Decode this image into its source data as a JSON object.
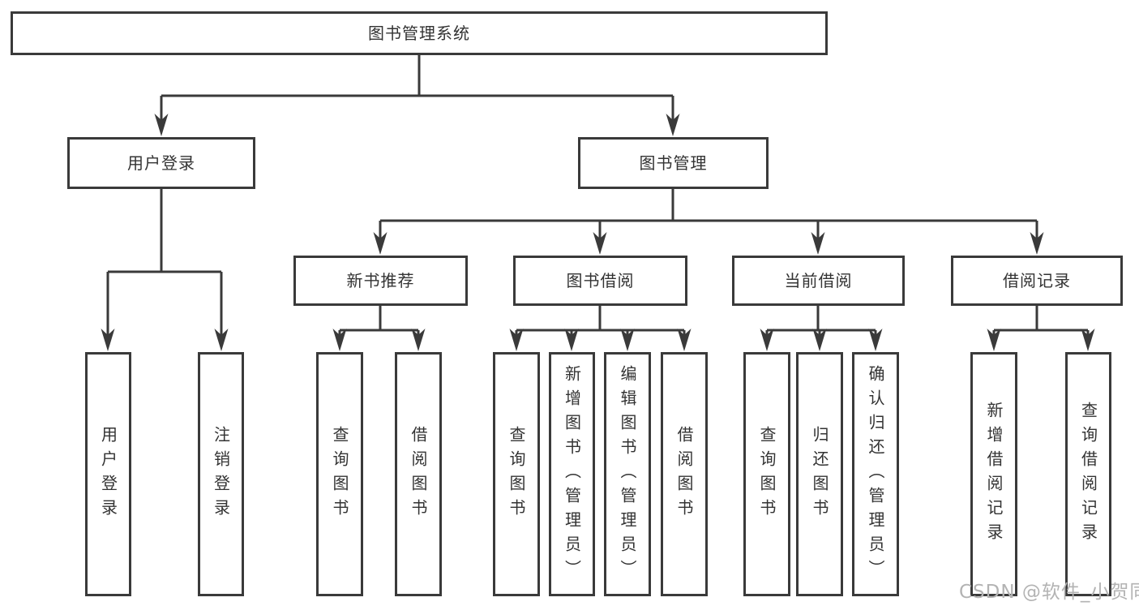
{
  "nodes": {
    "root": {
      "label": "图书管理系统"
    },
    "level2": [
      {
        "label": "用户登录"
      },
      {
        "label": "图书管理"
      }
    ],
    "level3": [
      {
        "label": "新书推荐"
      },
      {
        "label": "图书借阅"
      },
      {
        "label": "当前借阅"
      },
      {
        "label": "借阅记录"
      }
    ],
    "leaves": {
      "user_login": [
        {
          "label": "用户登录"
        },
        {
          "label": "注销登录"
        }
      ],
      "new_book": [
        {
          "label": "查询图书"
        },
        {
          "label": "借阅图书"
        }
      ],
      "book_borrow": [
        {
          "label": "查询图书"
        },
        {
          "label": "新增图书（管理员）"
        },
        {
          "label": "编辑图书（管理员）"
        },
        {
          "label": "借阅图书"
        }
      ],
      "current_borrow": [
        {
          "label": "查询图书"
        },
        {
          "label": "归还图书"
        },
        {
          "label": "确认归还（管理员）"
        }
      ],
      "borrow_record": [
        {
          "label": "新增借阅记录"
        },
        {
          "label": "查询借阅记录"
        }
      ]
    }
  },
  "watermark": {
    "text": "CSDN @软件_小贺同学"
  },
  "colors": {
    "line": "#3a3a3a",
    "text": "#333333",
    "background": "#ffffff",
    "watermark": "#b3b3b3"
  }
}
